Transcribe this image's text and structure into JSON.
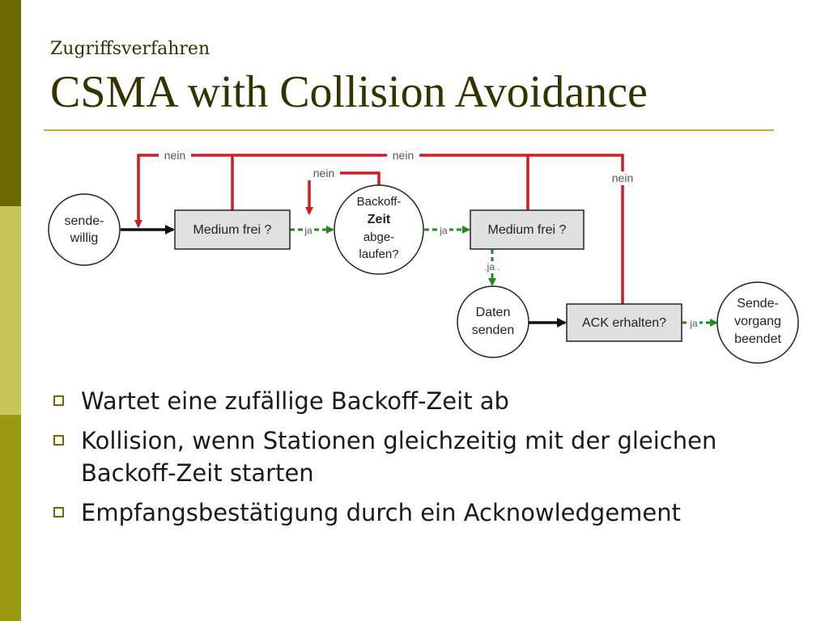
{
  "slide": {
    "subtitle": "Zugriffsverfahren",
    "title": "CSMA with Collision Avoidance"
  },
  "diagram": {
    "nodes": {
      "sende_willig": [
        "sende-",
        "willig"
      ],
      "medium_frei_1": "Medium frei ?",
      "backoff": [
        "Backoff-",
        "Zeit",
        "abge-",
        "laufen?"
      ],
      "medium_frei_2": "Medium frei ?",
      "daten_senden": [
        "Daten",
        "senden"
      ],
      "ack_erhalten": "ACK erhalten?",
      "sendevorgang": [
        "Sende-",
        "vorgang",
        "beendet"
      ]
    },
    "edge_labels": {
      "nein": "nein",
      "ja": "ja",
      "ja_dotted": ".ja ."
    },
    "colors": {
      "no_path": "#cc1f24",
      "yes_path": "#1e8c1e",
      "box_fill": "#e0e0e0",
      "label_gray": "#555555"
    }
  },
  "bullets": [
    "Wartet eine zufällige Backoff-Zeit ab",
    "Kollision, wenn Stationen gleichzeitig mit der gleichen Backoff-Zeit starten",
    "Empfangsbestätigung durch ein Acknowledgement"
  ],
  "colors": {
    "sidebar_dark": "#6b6b00",
    "sidebar_light": "#c8c85a",
    "sidebar_mid": "#9a9a12",
    "title_text": "#333300",
    "rule": "#b5b53a"
  }
}
